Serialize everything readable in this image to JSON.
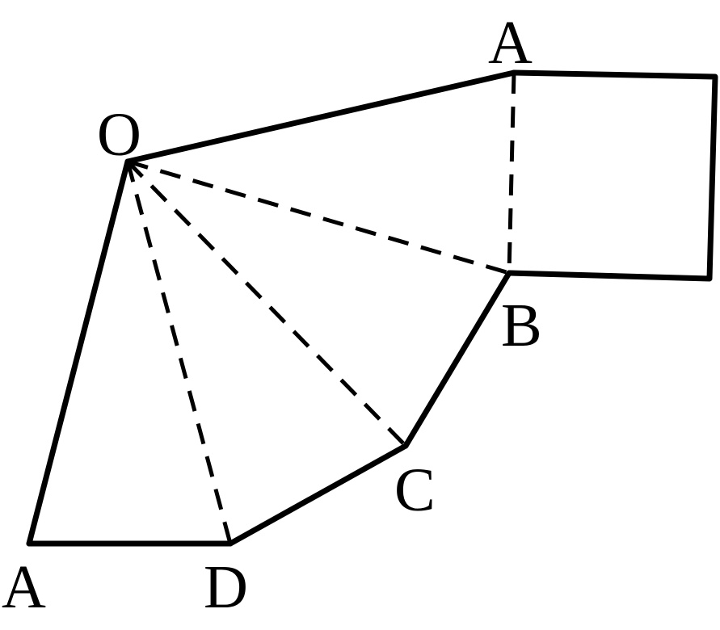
{
  "labels": {
    "o": "O",
    "a_top": "A",
    "a_bottom": "A",
    "b": "B",
    "c": "C",
    "d": "D"
  }
}
